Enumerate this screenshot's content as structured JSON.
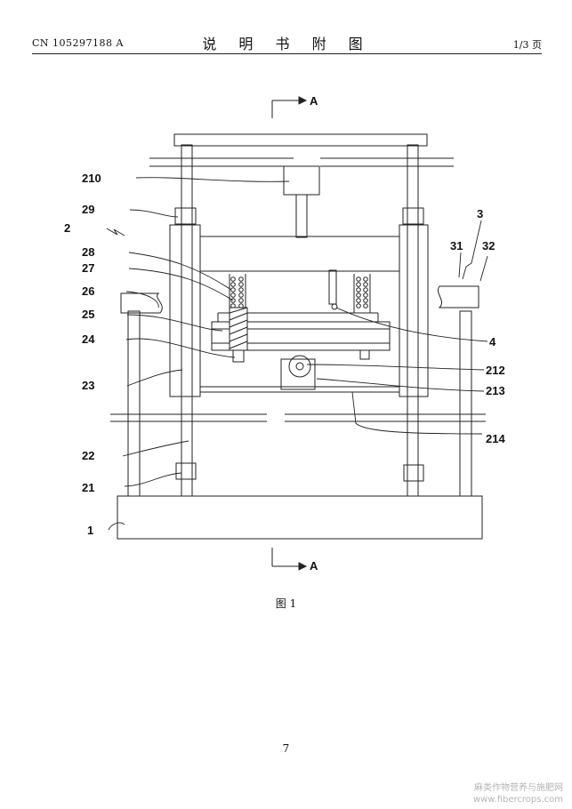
{
  "header": {
    "patent_no": "CN 105297188 A",
    "title": "说 明 书 附 图",
    "page_fraction": "1/3 页"
  },
  "figure": {
    "caption": "图 1",
    "section_marker": "A",
    "labels": {
      "l210": "210",
      "l29": "29",
      "l2": "2",
      "l28": "28",
      "l27": "27",
      "l26": "26",
      "l25": "25",
      "l24": "24",
      "l23": "23",
      "l22": "22",
      "l21": "21",
      "l1": "1",
      "l3": "3",
      "l31": "31",
      "l32": "32",
      "l4": "4",
      "l212": "212",
      "l213": "213",
      "l214": "214"
    }
  },
  "footer": {
    "page_number": "7"
  },
  "watermark": {
    "line1": "麻类作物营养与施肥网",
    "line2": "www.fibercrops.com"
  }
}
